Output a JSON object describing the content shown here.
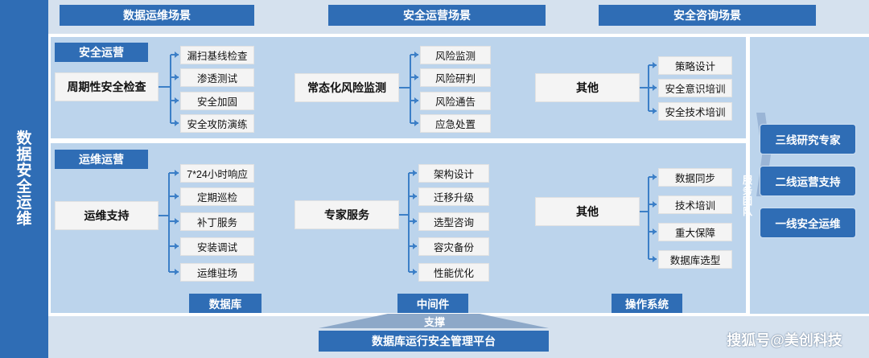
{
  "sidebar": {
    "title": "数据安全运维"
  },
  "scenes": [
    "数据运维场景",
    "安全运营场景",
    "安全咨询场景"
  ],
  "security_ops": {
    "tag": "安全运营",
    "groups": [
      {
        "title": "周期性安全检查",
        "items": [
          "漏扫基线检查",
          "渗透测试",
          "安全加固",
          "安全攻防演练"
        ]
      },
      {
        "title": "常态化风险监测",
        "items": [
          "风险监测",
          "风险研判",
          "风险通告",
          "应急处置"
        ]
      },
      {
        "title": "其他",
        "items": [
          "策略设计",
          "安全意识培训",
          "安全技术培训"
        ]
      }
    ]
  },
  "maintenance_ops": {
    "tag": "运维运营",
    "groups": [
      {
        "title": "运维支持",
        "items": [
          "7*24小时响应",
          "定期巡检",
          "补丁服务",
          "安装调试",
          "运维驻场"
        ]
      },
      {
        "title": "专家服务",
        "items": [
          "架构设计",
          "迁移升级",
          "选型咨询",
          "容灾备份",
          "性能优化"
        ]
      },
      {
        "title": "其他",
        "items": [
          "数据同步",
          "技术培训",
          "重大保障",
          "数据库选型"
        ]
      }
    ]
  },
  "team": {
    "label": "服务团队",
    "roles": [
      "三线研究专家",
      "二线运营支持",
      "一线安全运维"
    ]
  },
  "foundations": [
    "数据库",
    "中间件",
    "操作系统"
  ],
  "support": {
    "label": "支撑",
    "platform": "数据库运行安全管理平台"
  },
  "watermark": "搜狐号@美创科技",
  "colors": {
    "primary": "#2f6db5",
    "band": "#bcd4ec",
    "strip": "#d5e1ee",
    "connector": "#3c7fc7"
  }
}
